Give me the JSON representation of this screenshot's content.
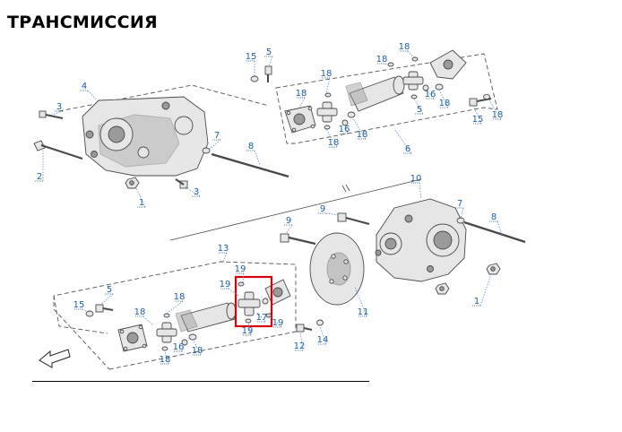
{
  "page": {
    "title": "ТРАНСМИССИЯ"
  },
  "colors": {
    "callout_text": "#1f5fa8",
    "callout_line": "#5b8fd0",
    "part_stroke": "#4a4a4a",
    "part_fill": "#e6e6e6",
    "part_dark": "#9a9a9a",
    "highlight": "#d9000d",
    "group_frame": "#555555"
  },
  "callouts": [
    {
      "label": "1"
    },
    {
      "label": "2"
    },
    {
      "label": "3"
    },
    {
      "label": "3"
    },
    {
      "label": "4"
    },
    {
      "label": "15"
    },
    {
      "label": "5"
    },
    {
      "label": "7"
    },
    {
      "label": "8"
    },
    {
      "label": "18"
    },
    {
      "label": "18"
    },
    {
      "label": "16"
    },
    {
      "label": "18"
    },
    {
      "label": "6"
    },
    {
      "label": "18"
    },
    {
      "label": "18"
    },
    {
      "label": "18"
    },
    {
      "label": "16"
    },
    {
      "label": "18"
    },
    {
      "label": "5"
    },
    {
      "label": "15"
    },
    {
      "label": "18"
    },
    {
      "label": "10"
    },
    {
      "label": "7"
    },
    {
      "label": "8"
    },
    {
      "label": "9"
    },
    {
      "label": "9"
    },
    {
      "label": "1"
    },
    {
      "label": "11"
    },
    {
      "label": "13"
    },
    {
      "label": "19"
    },
    {
      "label": "19"
    },
    {
      "label": "17"
    },
    {
      "label": "19"
    },
    {
      "label": "19"
    },
    {
      "label": "15"
    },
    {
      "label": "5"
    },
    {
      "label": "18"
    },
    {
      "label": "18"
    },
    {
      "label": "16"
    },
    {
      "label": "18"
    },
    {
      "label": "18"
    },
    {
      "label": "12"
    },
    {
      "label": "14"
    }
  ],
  "icons": [
    "direction-arrow-icon"
  ]
}
